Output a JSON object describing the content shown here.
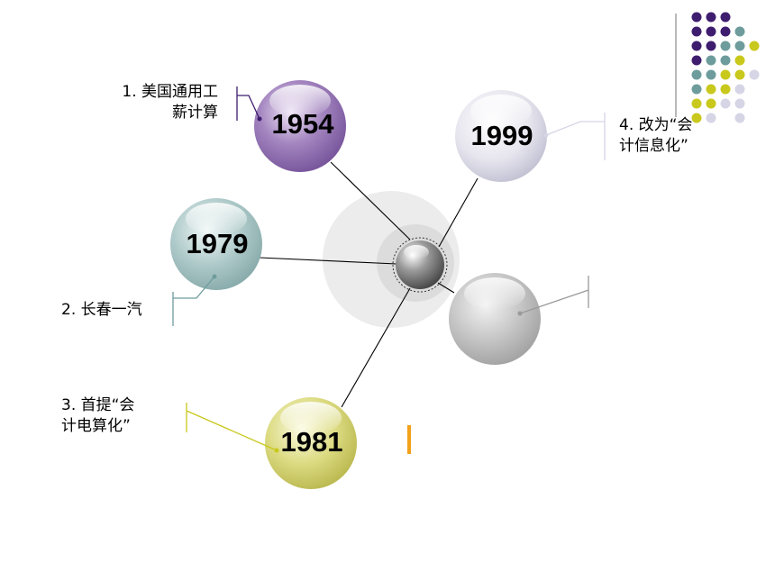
{
  "nodes": [
    {
      "id": "1954",
      "year": "1954",
      "label": [
        "1. 美国通用工",
        "薪计算"
      ],
      "color": "#9b79b5"
    },
    {
      "id": "1979",
      "year": "1979",
      "label": [
        "2. 长春一汽"
      ],
      "color": "#a9c7c7"
    },
    {
      "id": "1981",
      "year": "1981",
      "label": [
        "3. 首提“会",
        "计电算化”"
      ],
      "color": "#d8d67a"
    },
    {
      "id": "1999",
      "year": "1999",
      "label": [
        "4. 改为“会",
        "计信息化”"
      ],
      "color": "#dedde8"
    },
    {
      "id": "blank",
      "year": "",
      "label": [],
      "color": "#c3c3c3"
    }
  ],
  "colors": {
    "purple": "#3f1d6e",
    "teal": "#6e9c9c",
    "olive": "#c9c81c",
    "lavender": "#d5d5e6",
    "accent_orange": "#f2a11a",
    "connector": "#000000",
    "hub_ring": "#ececec"
  },
  "decorations": {
    "dot_grid": "purple-teal-olive-lavender dot grid",
    "accent_bar": "orange vertical bar"
  }
}
